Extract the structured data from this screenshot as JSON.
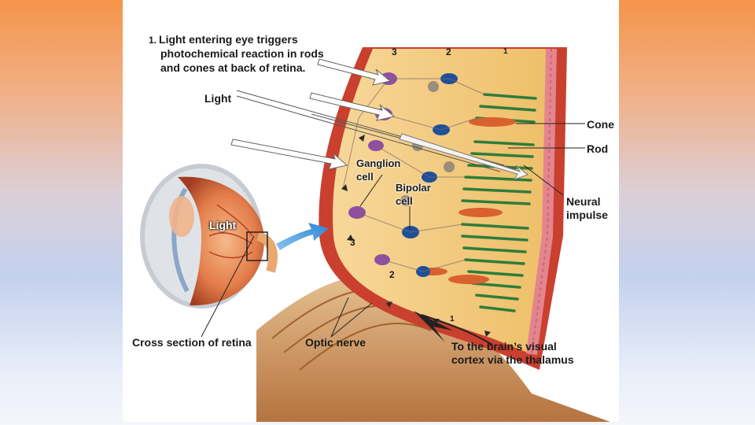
{
  "step": {
    "number": "1.",
    "lines": [
      "Light entering eye triggers",
      "photochemical reaction in rods",
      "and cones at back of retina."
    ]
  },
  "labels": {
    "light_top": "Light",
    "light_eye": "Light",
    "cone": "Cone",
    "rod": "Rod",
    "neural_impulse_1": "Neural",
    "neural_impulse_2": "impulse",
    "ganglion_1": "Ganglion",
    "ganglion_2": "cell",
    "bipolar_1": "Bipolar",
    "bipolar_2": "cell",
    "cross_section": "Cross section of retina",
    "optic_nerve": "Optic nerve",
    "brain_1": "To the brain’s visual",
    "brain_2": "cortex via the thalamus"
  },
  "layer_numbers": {
    "top_3": "3",
    "top_2": "2",
    "top_1": "1",
    "mid_3": "3",
    "mid_2": "2",
    "bottom_1": "1"
  },
  "colors": {
    "retina_bg": "#f2cc7a",
    "tissue": "#d96a3c",
    "ganglion_cell": "#8e4fa0",
    "bipolar_cell": "#1f4f9a",
    "rod": "#2e7d3a",
    "cone": "#d8612e",
    "optic_nerve": "#c9955a"
  }
}
